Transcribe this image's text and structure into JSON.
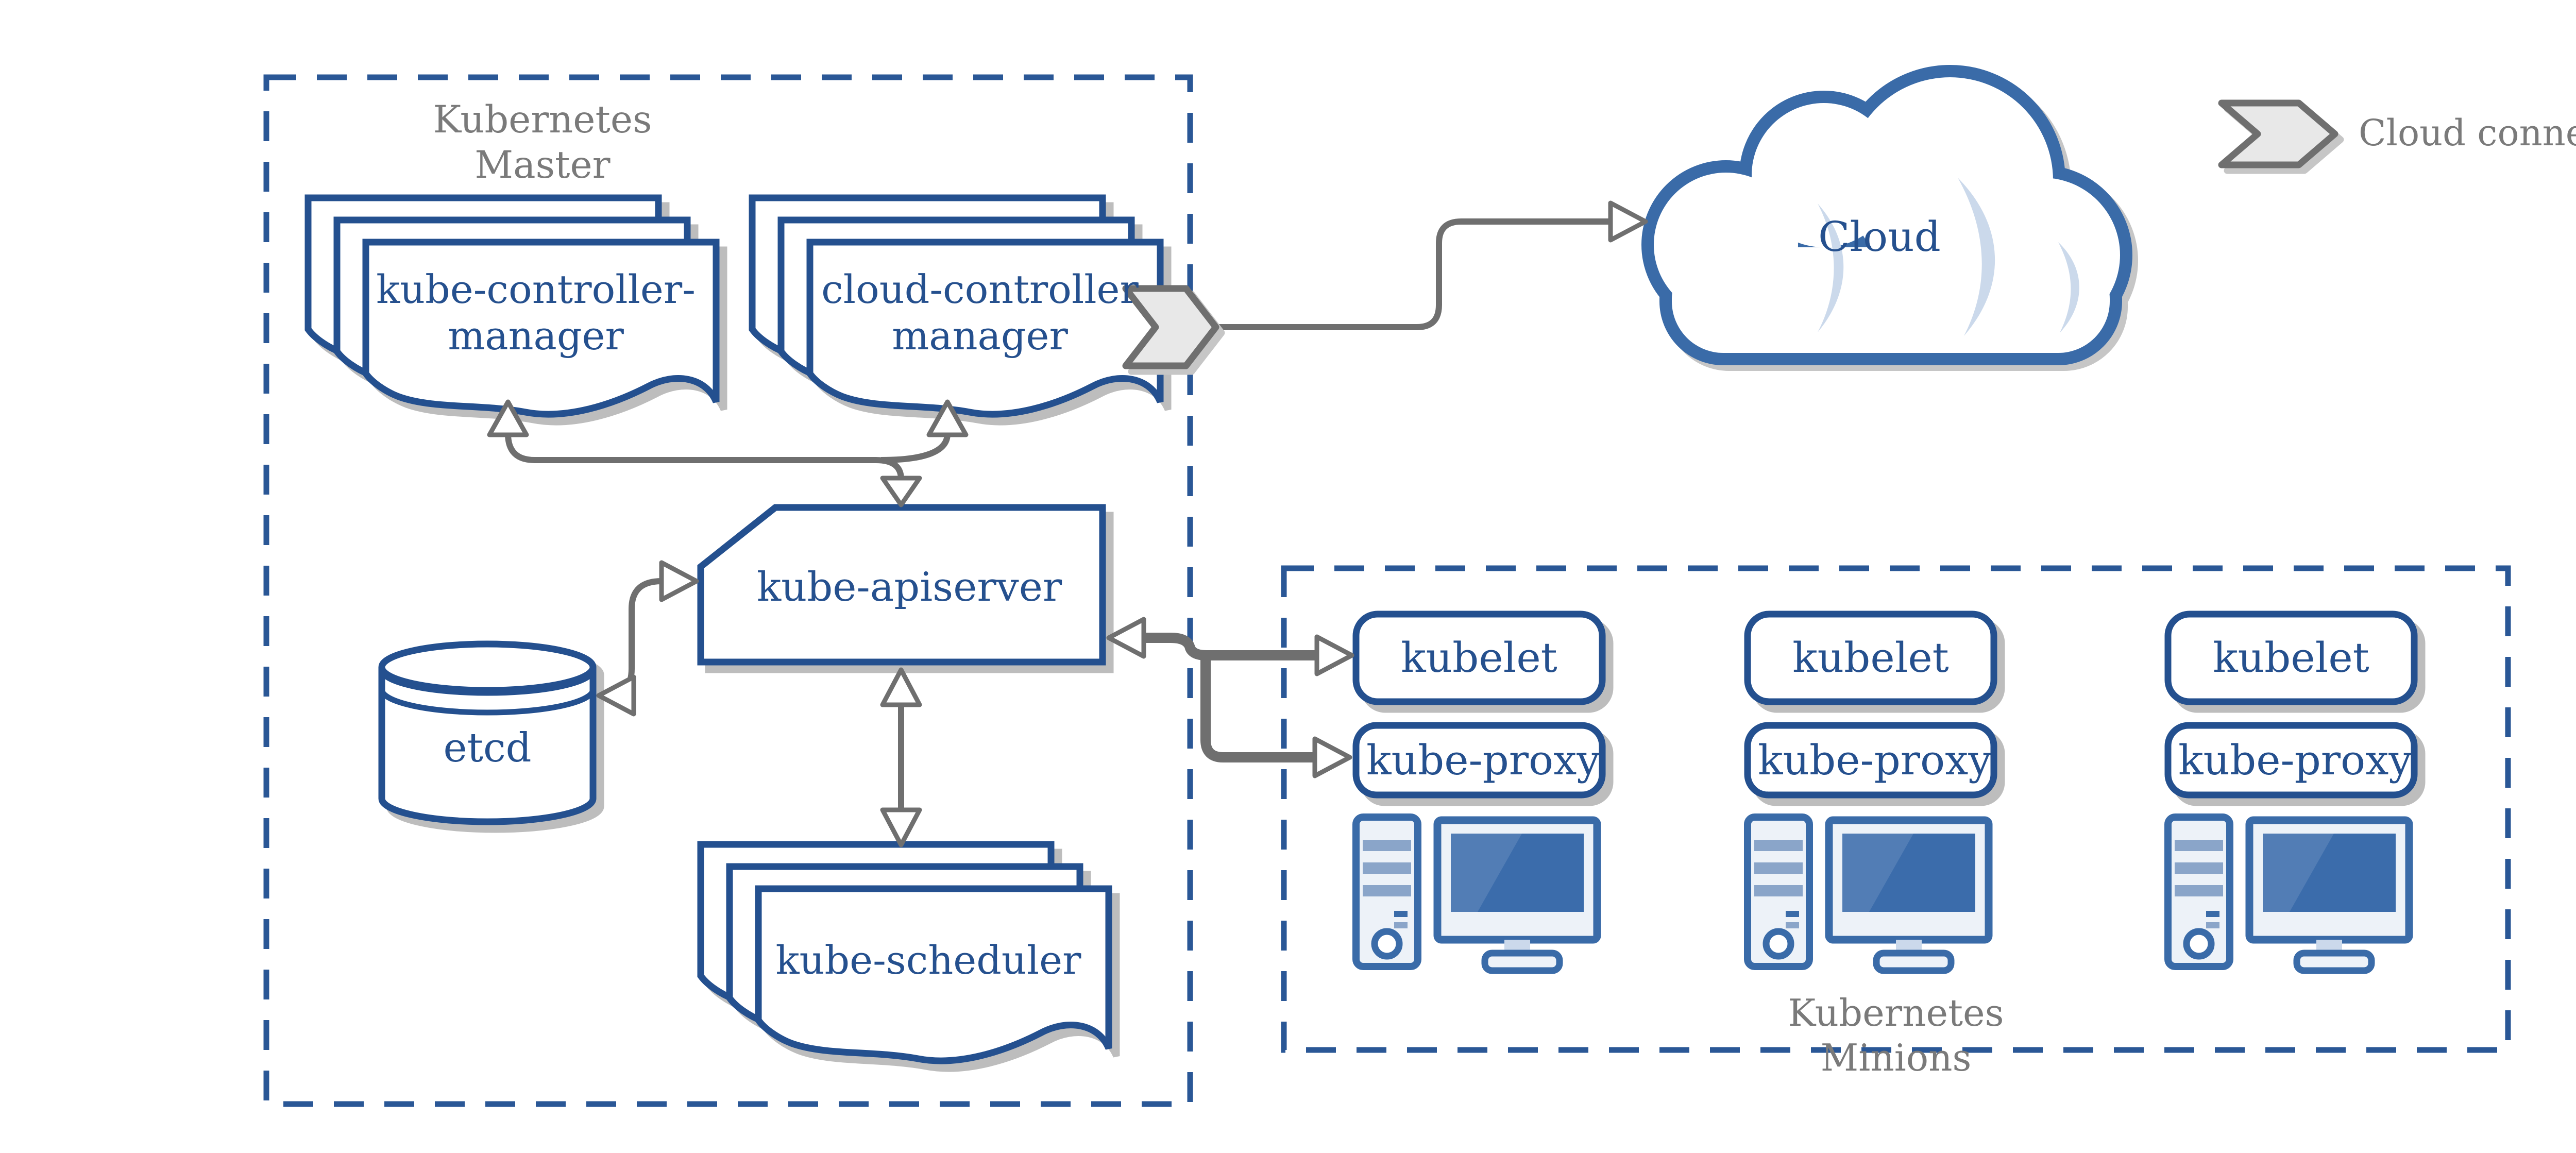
{
  "master": {
    "title_line1": "Kubernetes",
    "title_line2": "Master",
    "kube_controller_manager_line1": "kube-controller-",
    "kube_controller_manager_line2": "manager",
    "cloud_controller_manager_line1": "cloud-controller",
    "cloud_controller_manager_line2": "manager",
    "kube_apiserver": "kube-apiserver",
    "etcd": "etcd",
    "kube_scheduler": "kube-scheduler"
  },
  "cloud": {
    "label": "Cloud"
  },
  "legend": {
    "label": "Cloud connector",
    "icon": "cloud-connector-chevron-icon"
  },
  "minions": {
    "title_line1": "Kubernetes",
    "title_line2": "Minions",
    "items": [
      {
        "kubelet": "kubelet",
        "kube_proxy": "kube-proxy"
      },
      {
        "kubelet": "kubelet",
        "kube_proxy": "kube-proxy"
      },
      {
        "kubelet": "kubelet",
        "kube_proxy": "kube-proxy"
      }
    ]
  },
  "colors": {
    "accent_blue": "#24508F",
    "dash_blue": "#2A5796",
    "icon_blue": "#3A6BA8",
    "screen_blue": "#3B6CAB",
    "line_gray": "#6F6F6F",
    "label_gray": "#7A7A7A",
    "sliver_blue": "#CBD9EB"
  }
}
